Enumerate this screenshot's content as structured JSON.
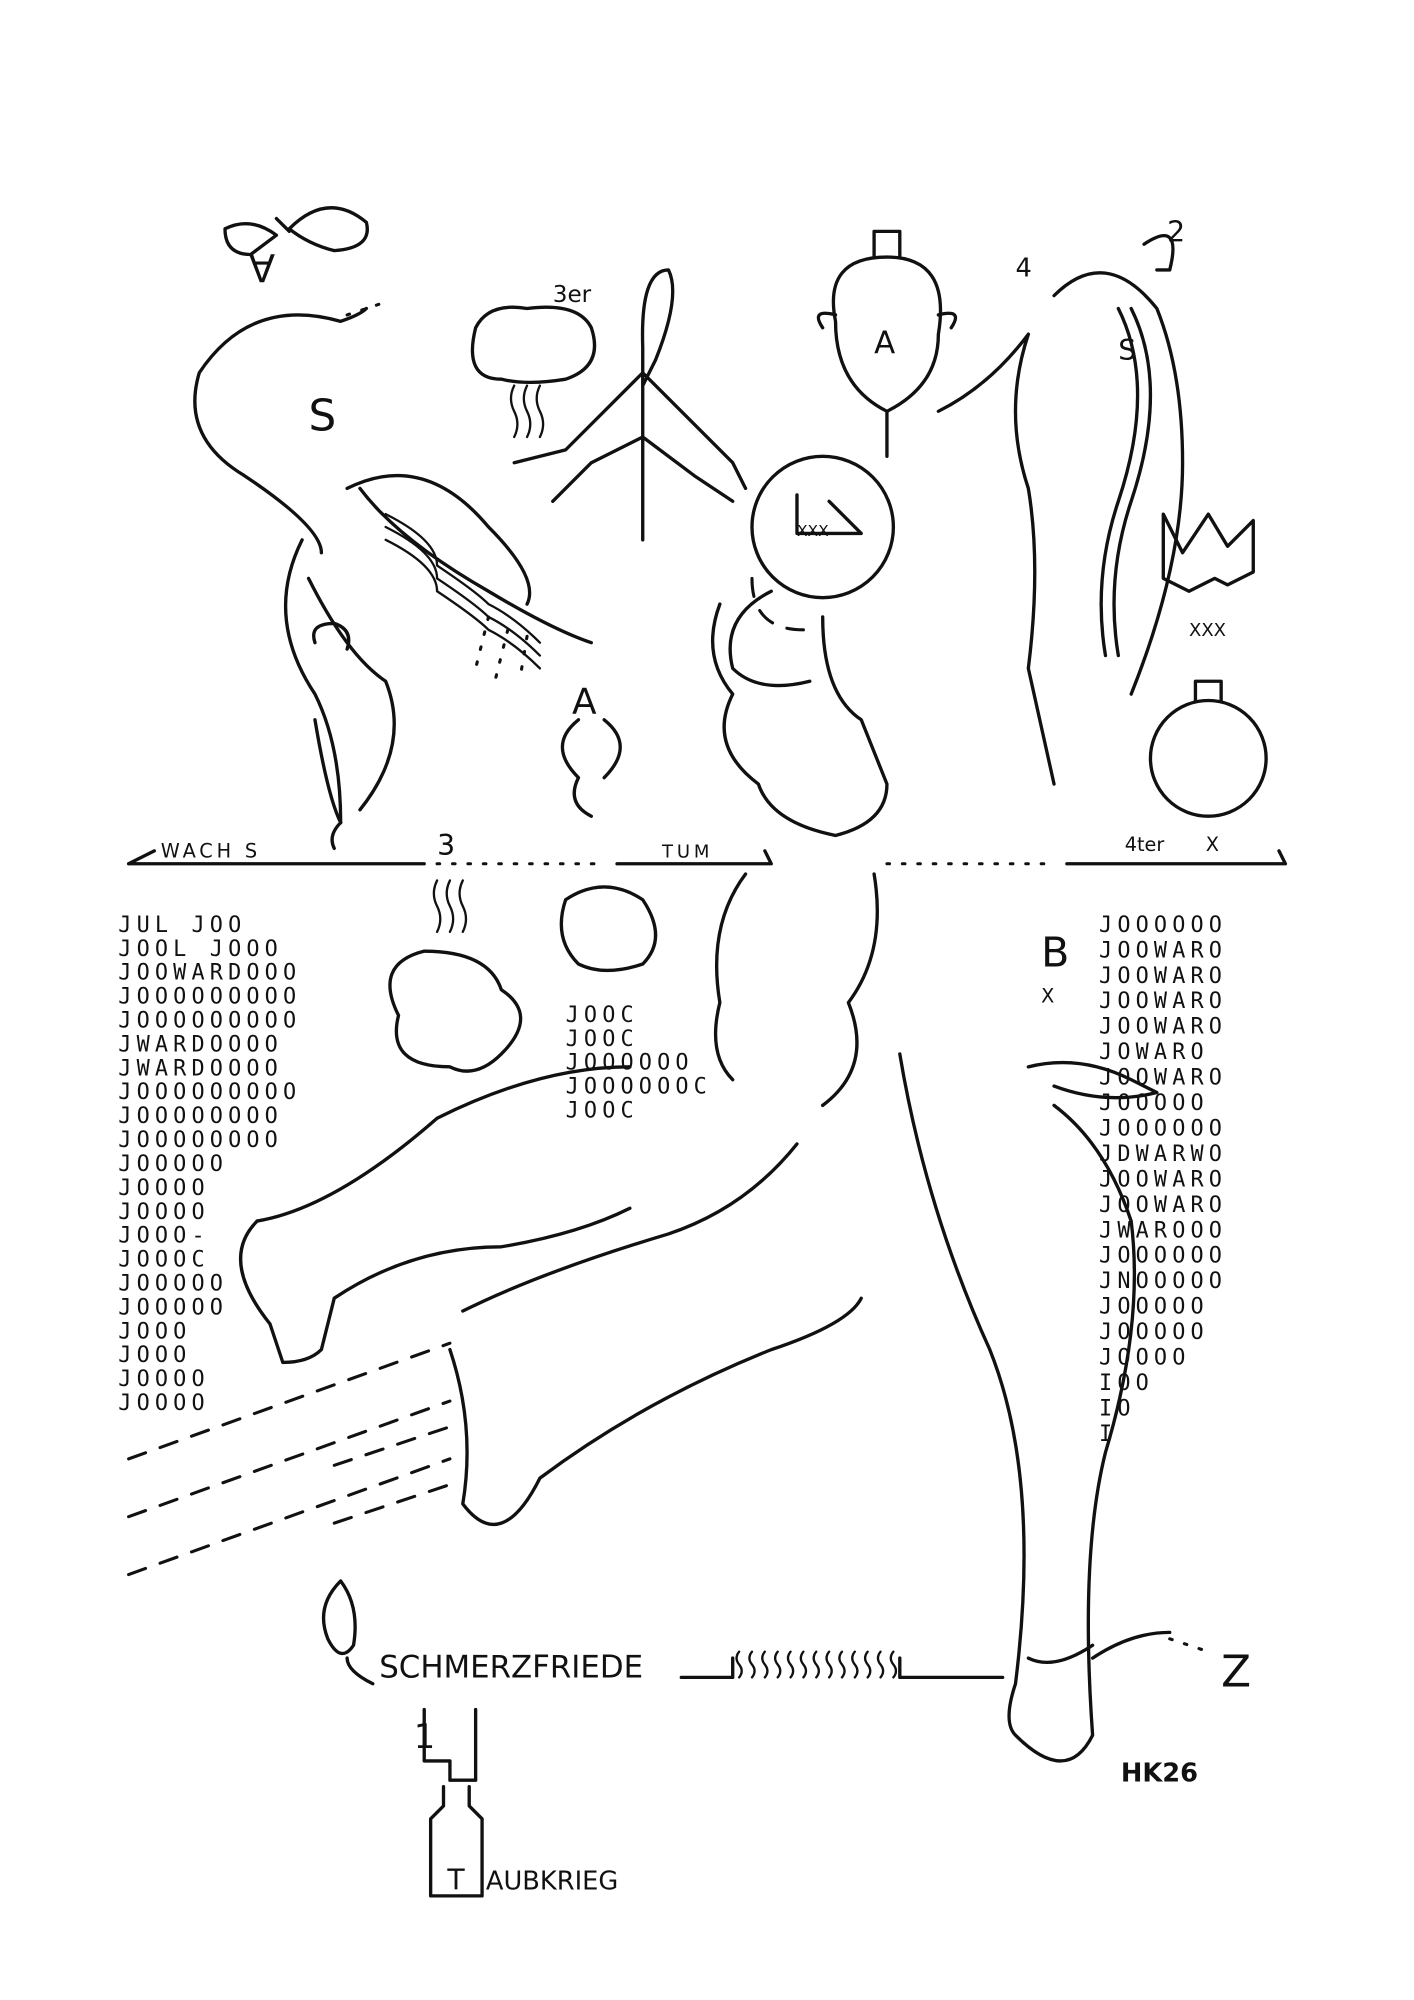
{
  "artwork": {
    "signature": "HK26",
    "ink_color": "#111111",
    "paper_color": "#ffffff"
  },
  "labels": {
    "top_left_a": "A",
    "s_letter": "S",
    "three_er": "3er",
    "head_a": "A",
    "number_4": "4",
    "number_2": "2",
    "shoulder_s": "S",
    "clock_xxx": "XXX",
    "right_xxx": "XXX",
    "center_a": "A",
    "wachs": "WACH S",
    "three": "3",
    "tum": "TUM",
    "four_er": "4ter",
    "x_top_right": "X",
    "b_letter": "B",
    "x_left_of_b": "X",
    "schmerzfriede": "SCHMERZFRIEDE",
    "t_letter": "T",
    "aubkrieg": "AUBKRIEG",
    "z_letter": "Z",
    "one": "1"
  },
  "grid_left": [
    "JUL  JOO",
    "JOOL JOOO",
    "JOOWARDOOO",
    "JOOOOOOOOO",
    "JOOOOOOOOO",
    "JWARDOOOO",
    "JWARDOOOO",
    "JOOOOOOOOO",
    "JOOOOOOOO",
    "JOOOOOOOO",
    "JOOOOO",
    "JOOOO",
    "JOOOO",
    "JOOO-",
    "JOOOC",
    "JOOOOO",
    "JOOOOO",
    "JOOO",
    "JOOO",
    "JOOOO",
    "JOOOO"
  ],
  "grid_middle": [
    "JOOC",
    "JOOC",
    "JOOOOOO",
    "JOOOOOOC",
    "JOOC"
  ],
  "grid_right": [
    "JOOOOOO",
    "JOOWARO",
    "JOOWARO",
    "JOOWARO",
    "JOOWARO",
    "JOWARO",
    "JOOWARO",
    "JOOOOO",
    "JOOOOOO",
    "JDWARWO",
    "JOOWARO",
    "JOOWARO",
    "JWAROOO",
    "JOOOOOO",
    "JNOOOOO",
    "JOOOOO",
    "JOOOOO",
    "JOOOO",
    "IOO",
    "IO",
    "I"
  ]
}
